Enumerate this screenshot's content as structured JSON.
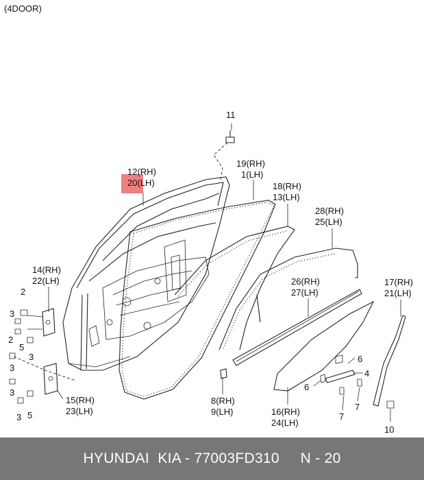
{
  "variant_label": "(4DOOR)",
  "highlight_color": "#f08080",
  "callouts": {
    "c11": "11",
    "c12": "12(RH)",
    "c20": "20(LH)",
    "c19": "19(RH)",
    "c1": "1(LH)",
    "c18": "18(RH)",
    "c13": "13(LH)",
    "c28": "28(RH)",
    "c25": "25(LH)",
    "c14": "14(RH)",
    "c22": "22(LH)",
    "c2a": "2",
    "c3a": "3",
    "c2b": "2",
    "c5a": "5",
    "c3b": "3",
    "c3c": "3",
    "c3d": "3",
    "c3e": "3",
    "c5b": "5",
    "c15": "15(RH)",
    "c23": "23(LH)",
    "c26": "26(RH)",
    "c27": "27(LH)",
    "c17": "17(RH)",
    "c21": "21(LH)",
    "c6a": "6",
    "c4": "4",
    "c6b": "6",
    "c7a": "7",
    "c7b": "7",
    "c8": "8(RH)",
    "c9": "9(LH)",
    "c16": "16(RH)",
    "c24": "24(LH)",
    "c10": "10"
  },
  "footer": {
    "text": "HYUNDAI  KIA - 77003FD310     N - 20"
  }
}
